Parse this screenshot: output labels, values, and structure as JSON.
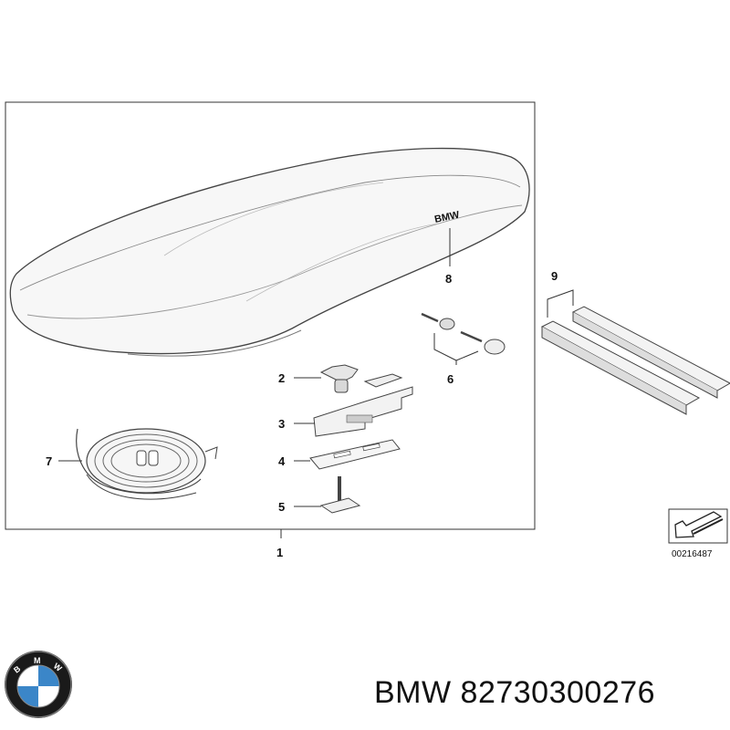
{
  "diagram": {
    "callouts": {
      "roof_box": "1",
      "knob": "2",
      "clamp": "3",
      "plate": "4",
      "t_bolt": "5",
      "key_set": "6",
      "tape_roll": "7",
      "emblem": "8",
      "rails": "9"
    },
    "box_brand": "BMW",
    "reference_code": "00216487"
  },
  "footer": {
    "brand": "BMW",
    "part_number": "82730300276",
    "logo_letters": [
      "B",
      "M",
      "W"
    ]
  },
  "colors": {
    "line": "#333333",
    "logo_blue": "#3b86c8",
    "logo_ring": "#1a1a1a",
    "part_fill": "#f2f2f2"
  }
}
